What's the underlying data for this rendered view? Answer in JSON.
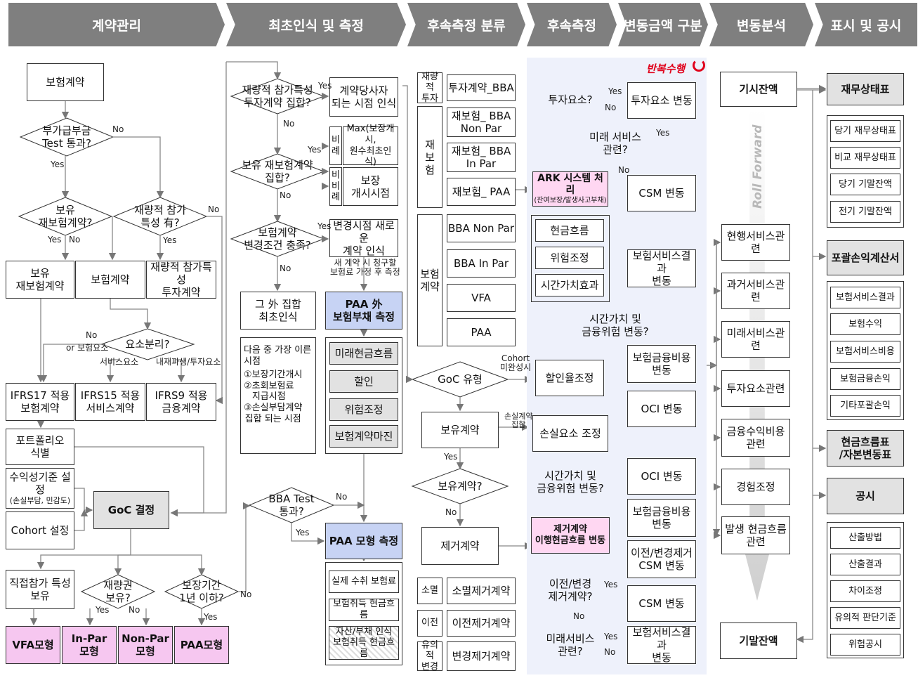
{
  "headers": [
    "계약관리",
    "최초인식 및 측정",
    "후속측정 분류",
    "후속측정",
    "변동금액 구분",
    "변동분석",
    "표시 및 공시"
  ],
  "col1": {
    "insurance_contract": "보험계약",
    "d_test": "부가급부금\nTest 통과?",
    "d_reins": "보유\n재보험계약?",
    "d_invest": "재량적 참가\n특성 有?",
    "held_reins": "보유\n재보험계약",
    "ins_contract": "보험계약",
    "invest_contract": "재량적 참가특성\n투자계약",
    "d_separate": "요소분리?",
    "ifrs17": "IFRS17 적용\n보험계약",
    "ifrs15": "IFRS15 적용\n서비스계약",
    "ifrs9": "IFRS9 적용\n금융계약",
    "portfolio": "포트폴리오\n식별",
    "profit_basis": "수익성기준 설정",
    "profit_basis_sub": "(손실부담, 민감도)",
    "cohort": "Cohort 설정",
    "goc": "GoC 결정",
    "direct": "직접참가 특성\n보유",
    "d_discretion": "재량권\n보유?",
    "d_period": "보장기간\n1년 이하?",
    "vfa": "VFA모형",
    "inpar": "In-Par\n모형",
    "nonpar": "Non-Par\n모형",
    "paa_model": "PAA모형"
  },
  "col2": {
    "d_invest_set": "재량적 참가특성\n투자계약 집합?",
    "party": "계약당사자\n되는 시점 인식",
    "d_reins_set": "보유 재보험계약\n집합?",
    "prop1": "비\n례",
    "max": "Max(보장개시,\n원수최초인식)",
    "prop2": "비\n비\n례",
    "start": "보장\n개시시점",
    "d_change": "보험계약\n변경조건 충족?",
    "new_contract": "변경시점 새로운\n계약 인식",
    "new_note": "새 계약 시 청구할\n보험료 가정 후 측정",
    "other_set": "그 外 집합\n최초인식",
    "paa_out": "PAA 外\n보험부채 측정",
    "earliest_title": "다음 중 가장 이른\n시점",
    "earliest_1": "①보장기간개시",
    "earliest_2": "②초회보험료\n지급시점",
    "earliest_3": "③손실부담계약\n집합 되는 시점",
    "future_cf": "미래현금흐름",
    "discount": "할인",
    "risk_adj": "위험조정",
    "csm": "보험계약마진",
    "d_bba": "BBA Test\n통과?",
    "paa_measure": "PAA 모형 측정",
    "actual_premium": "실제 수취 보험료",
    "acq_cf": "보험취득 현금흐름",
    "asset_liab": "자산/부채 인식\n보험취득 현금흐름"
  },
  "col3": {
    "discr_invest": "재량적\n투자",
    "invest_bba": "투자계약_BBA",
    "reins_label": "재\n보\n험",
    "reins_bba_nonpar": "재보험_ BBA\nNon Par",
    "reins_bba_inpar": "재보험_ BBA\nIn Par",
    "reins_paa": "재보험_ PAA",
    "ins_label": "보험\n계약",
    "bba_nonpar": "BBA Non Par",
    "bba_inpar": "BBA In Par",
    "vfa": "VFA",
    "paa": "PAA",
    "d_goc": "GoC 유형",
    "held": "보유계약",
    "d_held": "보유계약?",
    "removed": "제거계약",
    "extinct": "소멸",
    "extinct_c": "소멸제거계약",
    "transfer": "이전",
    "transfer_c": "이전제거계약",
    "subst": "유의적\n변경",
    "change_c": "변경제거계약"
  },
  "col4": {
    "repeat": "반복수행",
    "d_invest_elem": "투자요소?",
    "invest_change": "투자요소 변동",
    "d_future": "미래 서비스\n관련?",
    "csm_change": "CSM 변동",
    "ark": "ARK 시스템 처리",
    "ark_sub": "(잔여보장/발생사고부채)",
    "cash": "현금흐름",
    "risk": "위험조정",
    "time_value": "시간가치효과",
    "service_result": "보험서비스결과\n변동",
    "d_time_fin": "시간가치 및\n금융위험 변동?",
    "fin_cost": "보험금융비용\n변동",
    "oci": "OCI 변동",
    "rate_adj": "할인율조정",
    "cohort_note": "Cohort\n미완성시",
    "loss_note": "손실계약\n집합",
    "loss_adj": "손실요소 조정",
    "d_time_fin2": "시간가치 및\n금융위험 변동?",
    "oci2": "OCI 변동",
    "fin_cost2": "보험금융비용\n변동",
    "removed_cf": "제거계약\n이행현금흐름 변동",
    "d_transfer": "이전/변경\n제거계약?",
    "transfer_csm": "이전/변경제거\nCSM 변동",
    "csm2": "CSM 변동",
    "d_future2": "미래서비스\n관련?",
    "service_result2": "보험서비스결과\n변동"
  },
  "col5": {
    "opening": "기시잔액",
    "roll": "Roll Forward",
    "current": "현행서비스관련",
    "past": "과거서비스관련",
    "future": "미래서비스관련",
    "invest": "투자요소관련",
    "fin_income": "금융수익비용\n관련",
    "experience": "경험조정",
    "incurred": "발생 현금흐름\n관련",
    "closing": "기말잔액"
  },
  "col6": {
    "fs": "재무상태표",
    "fs_items": [
      "당기 재무상태표",
      "비교 재무상태표",
      "당기 기말잔액",
      "전기 기말잔액"
    ],
    "pl": "포괄손익계산서",
    "pl_items": [
      "보험서비스결과",
      "보험수익",
      "보험서비스비용",
      "보험금융손익",
      "기타포괄손익"
    ],
    "cf": "현금흐름표\n/자본변동표",
    "disc": "공시",
    "disc_items": [
      "산출방법",
      "산출결과",
      "차이조정",
      "유의적 판단기준",
      "위험공시"
    ]
  },
  "labels": {
    "yes": "Yes",
    "no": "No",
    "or_ins": "or 보험요소",
    "service": "서비스요소",
    "embedded": "내재파생/투자요소"
  },
  "colors": {
    "header": "#7f7f7f",
    "blue": "#c7d3f4",
    "pink": "#f6c7f0",
    "panel": "#eef1fb",
    "red": "#e0001b"
  }
}
